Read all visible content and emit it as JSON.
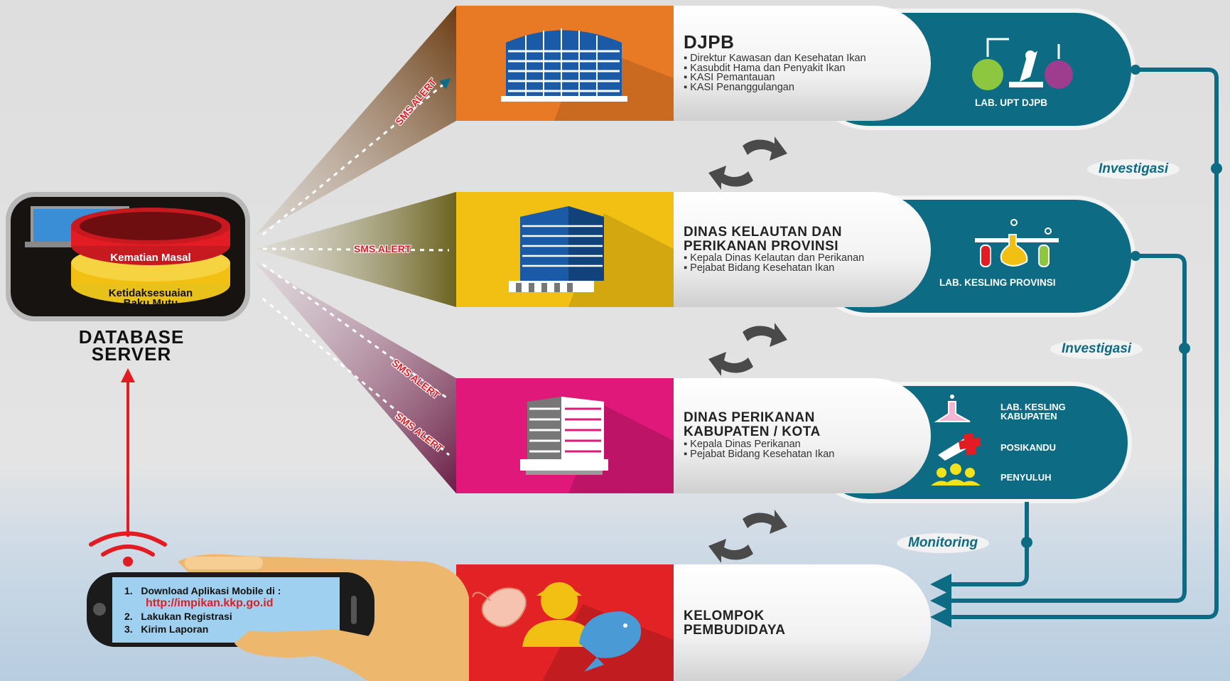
{
  "database": {
    "title_line1": "DATABASE",
    "title_line2": "SERVER",
    "cyl_top": "Kematian Masal",
    "cyl_bottom_line1": "Ketidaksesuaian",
    "cyl_bottom_line2": "Baku Mutu"
  },
  "sms_label": "SMS ALERT",
  "tiers": [
    {
      "title": "DJPB",
      "items": [
        "Direktur Kawasan dan Kesehatan Ikan",
        "Kasubdit Hama dan Penyakit Ikan",
        "KASI Pemantauan",
        "KASI Penanggulangan"
      ],
      "lab": "LAB. UPT DJPB",
      "color": "#e87a25"
    },
    {
      "title_line1": "DINAS KELAUTAN DAN",
      "title_line2": "PERIKANAN PROVINSI",
      "items": [
        "Kepala Dinas Kelautan dan Perikanan",
        "Pejabat Bidang Kesehatan Ikan"
      ],
      "lab": "LAB. KESLING PROVINSI",
      "color": "#f2c013"
    },
    {
      "title_line1": "DINAS PERIKANAN",
      "title_line2": "KABUPATEN / KOTA",
      "items": [
        "Kepala Dinas Perikanan",
        "Pejabat Bidang Kesehatan Ikan"
      ],
      "labs": [
        {
          "line1": "LAB. KESLING",
          "line2": "KABUPATEN"
        },
        {
          "line1": "POSIKANDU"
        },
        {
          "line1": "PENYULUH"
        }
      ],
      "color": "#e0187a"
    },
    {
      "title_line1": "KELOMPOK",
      "title_line2": "PEMBUDIDAYA",
      "color": "#e32226"
    }
  ],
  "flow_labels": {
    "investigasi_1": "Investigasi",
    "investigasi_2": "Investigasi",
    "monitoring": "Monitoring"
  },
  "phone": {
    "step1_num": "1.",
    "step1": "Download Aplikasi Mobile di :",
    "url": "http://impikan.kkp.go.id",
    "step2_num": "2.",
    "step2": "Lakukan Registrasi",
    "step3_num": "3.",
    "step3": "Kirim Laporan"
  },
  "colors": {
    "teal": "#0d6b84",
    "red": "#e31b23",
    "dark": "#1a1a1a"
  }
}
